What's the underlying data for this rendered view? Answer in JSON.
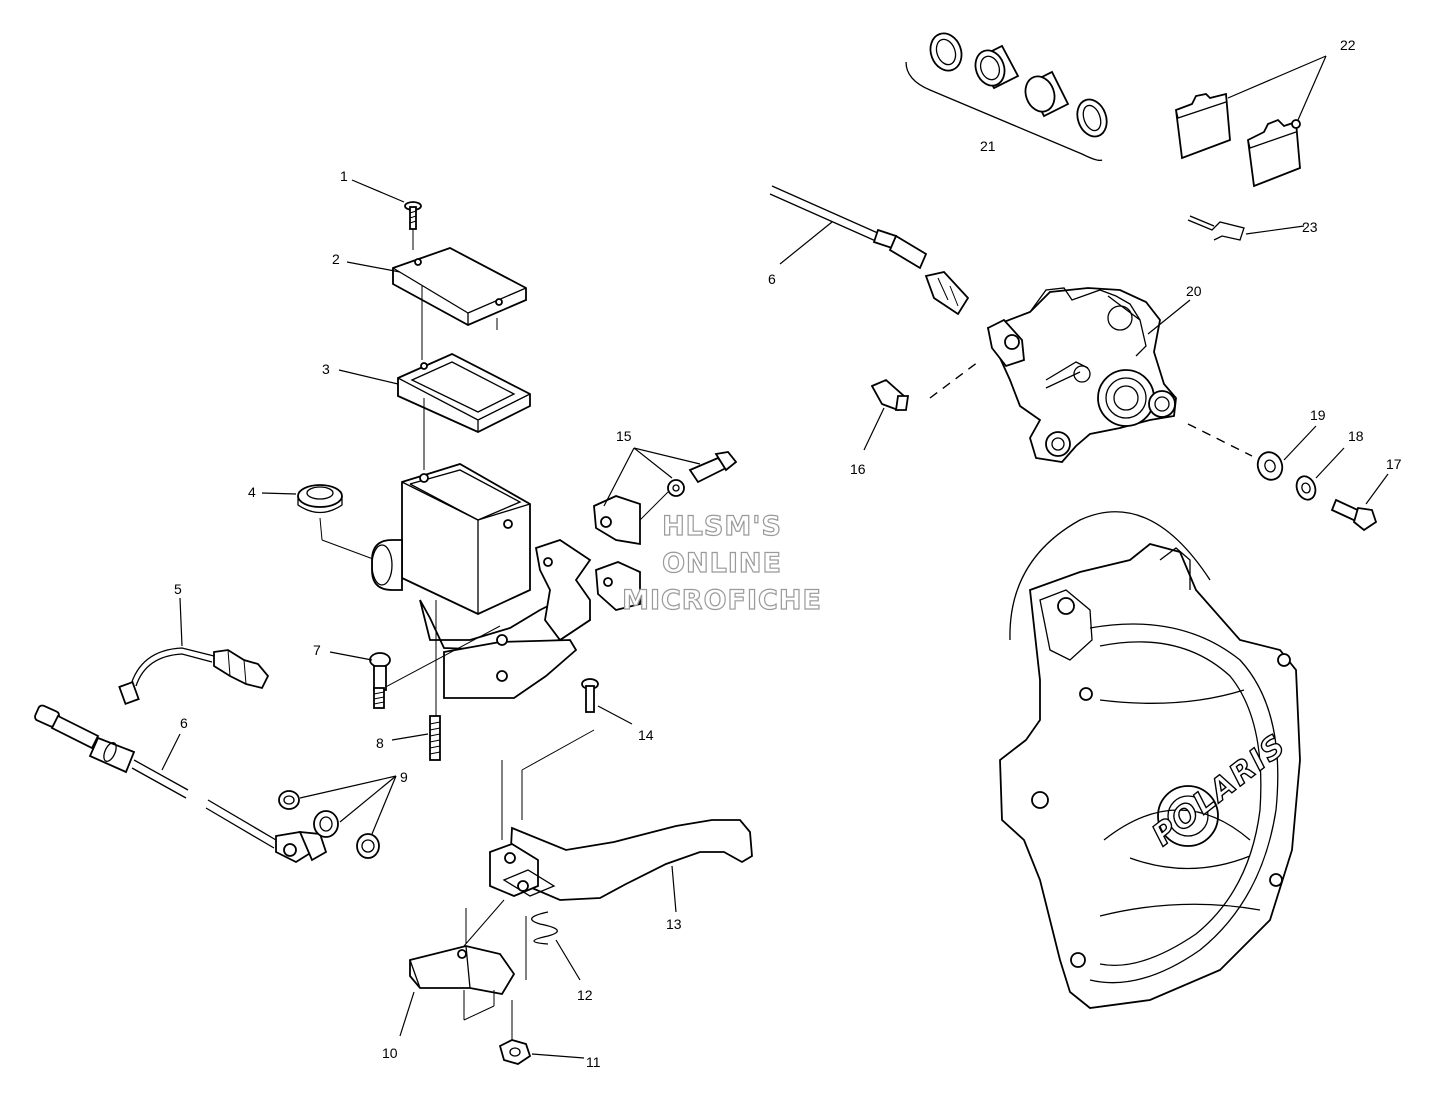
{
  "watermark": {
    "line1": "HLSM'S",
    "line2": "ONLINE",
    "line3": "MICROFICHE"
  },
  "brand": {
    "logo_text": "POLARIS"
  },
  "callouts": {
    "c1": "1",
    "c2": "2",
    "c3": "3",
    "c4": "4",
    "c5": "5",
    "c6a": "6",
    "c6b": "6",
    "c7": "7",
    "c8": "8",
    "c9": "9",
    "c10": "10",
    "c11": "11",
    "c12": "12",
    "c13": "13",
    "c14": "14",
    "c15": "15",
    "c16": "16",
    "c17": "17",
    "c18": "18",
    "c19": "19",
    "c20": "20",
    "c21": "21",
    "c22": "22",
    "c23": "23"
  }
}
